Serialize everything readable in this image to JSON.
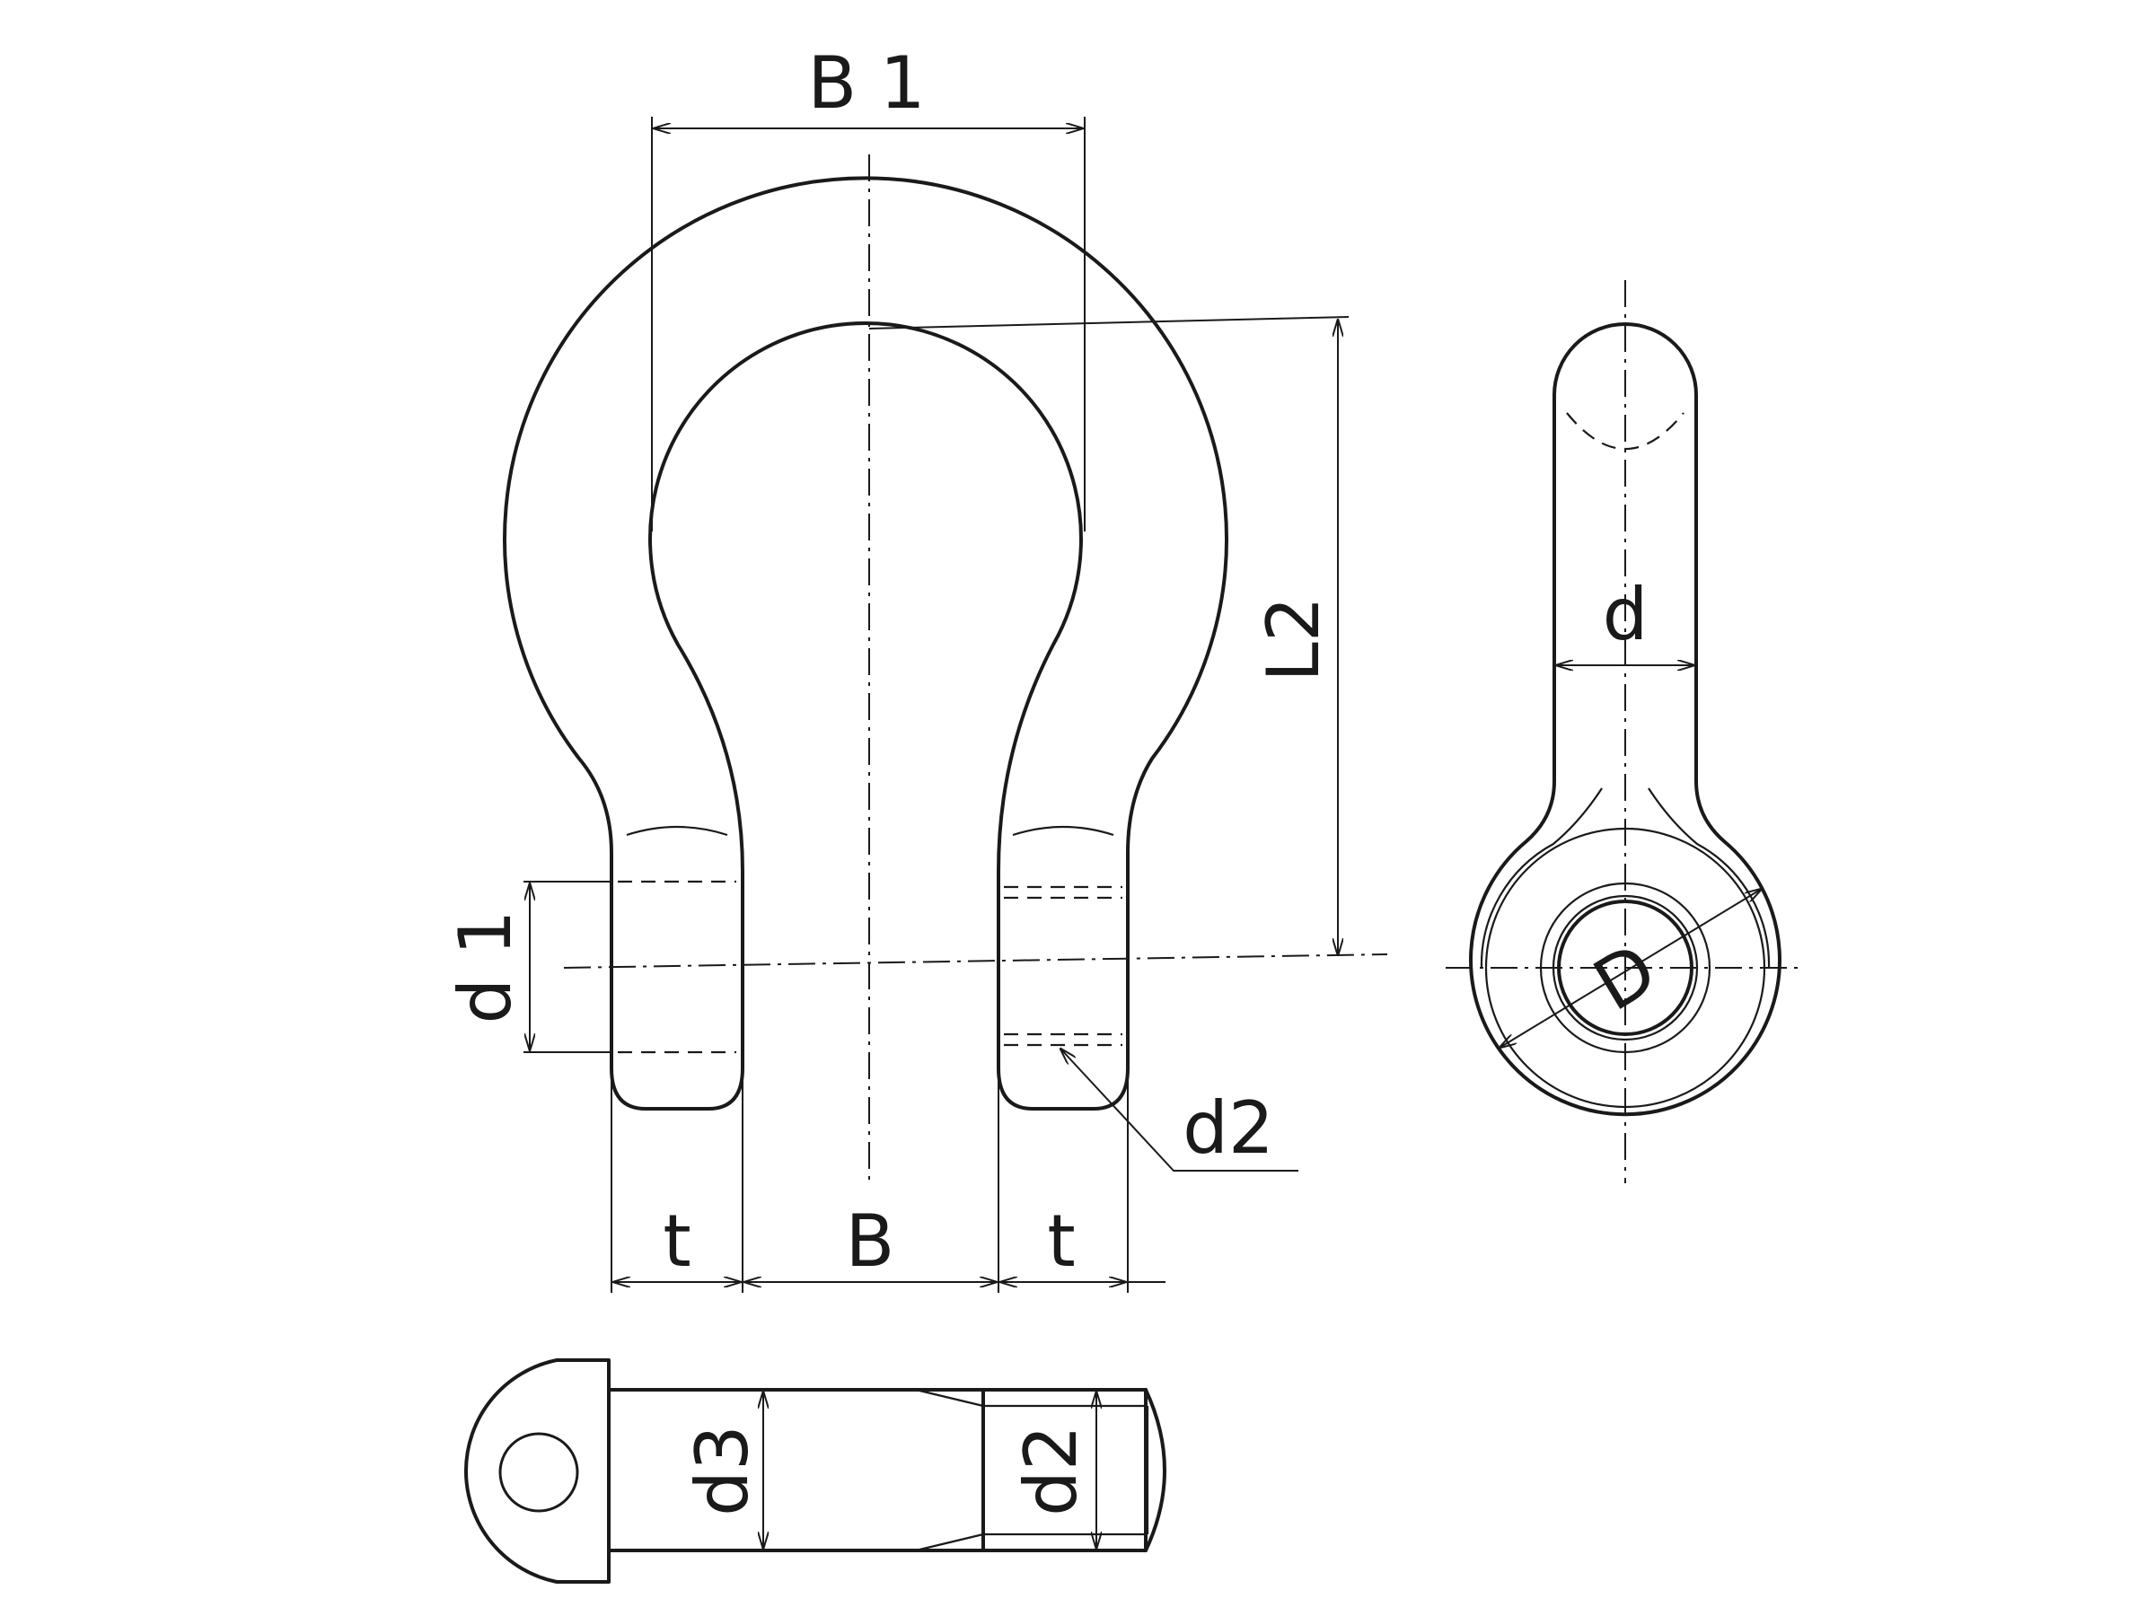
{
  "labels": {
    "B1": "B 1",
    "L2": "L2",
    "d": "d",
    "D": "D",
    "d1": "d 1",
    "d2_pin": "d2",
    "t_left": "t",
    "B": "B",
    "t_right": "t",
    "d3": "d3",
    "d2_bolt": "d2"
  }
}
